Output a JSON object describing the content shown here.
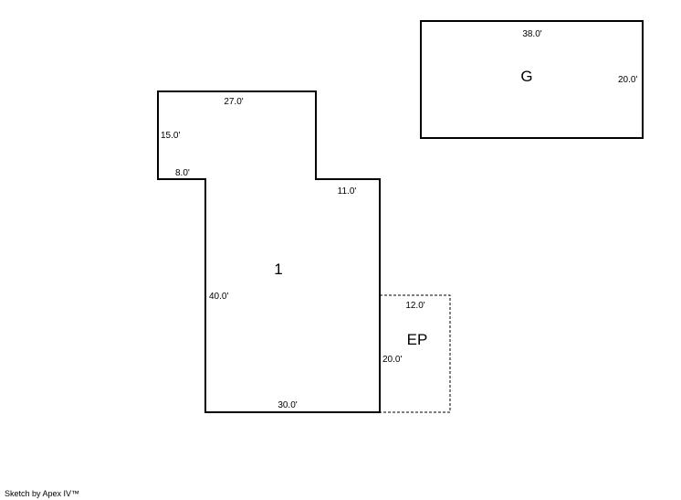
{
  "garage": {
    "label": "G",
    "width_label": "38.0'",
    "height_label": "20.0'"
  },
  "main": {
    "label": "1",
    "top_label": "27.0'",
    "left_upper_label": "15.0'",
    "step_left_label": "8.0'",
    "step_right_label": "11.0'",
    "left_lower_label": "40.0'",
    "bottom_label": "30.0'"
  },
  "porch": {
    "label": "EP",
    "width_label": "12.0'",
    "height_label": "20.0'"
  },
  "footer": {
    "credit": "Sketch by Apex IV™"
  },
  "colors": {
    "line": "#000000",
    "background": "#ffffff"
  }
}
